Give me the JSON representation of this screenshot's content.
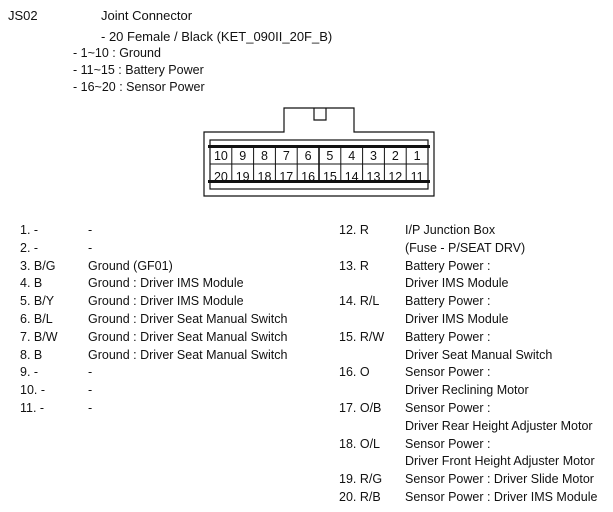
{
  "header": {
    "code": "JS02",
    "title": "Joint Connector",
    "subtitle": "- 20 Female / Black (KET_090II_20F_B)",
    "groups": [
      "- 1~10 : Ground",
      "- 11~15 : Battery Power",
      "- 16~20 : Sensor Power"
    ]
  },
  "connector": {
    "top_row": [
      "10",
      "9",
      "8",
      "7",
      "6",
      "5",
      "4",
      "3",
      "2",
      "1"
    ],
    "bottom_row": [
      "20",
      "19",
      "18",
      "17",
      "16",
      "15",
      "14",
      "13",
      "12",
      "11"
    ]
  },
  "left_pins": [
    {
      "num": "1. -",
      "desc": "-"
    },
    {
      "num": "2. -",
      "desc": "-"
    },
    {
      "num": "3. B/G",
      "desc": "Ground (GF01)"
    },
    {
      "num": "4. B",
      "desc": "Ground : Driver IMS Module"
    },
    {
      "num": "5. B/Y",
      "desc": "Ground : Driver IMS Module"
    },
    {
      "num": "6. B/L",
      "desc": "Ground : Driver Seat Manual Switch"
    },
    {
      "num": "7. B/W",
      "desc": "Ground : Driver Seat Manual Switch"
    },
    {
      "num": "8. B",
      "desc": "Ground : Driver Seat Manual Switch"
    },
    {
      "num": "9. -",
      "desc": "-"
    },
    {
      "num": "10. -",
      "desc": "-"
    },
    {
      "num": "11. -",
      "desc": "-"
    }
  ],
  "right_pins": [
    {
      "num": "12. R",
      "desc": "I/P Junction Box"
    },
    {
      "num": "",
      "desc": "(Fuse - P/SEAT DRV)"
    },
    {
      "num": "13. R",
      "desc": "Battery Power :"
    },
    {
      "num": "",
      "desc": "Driver IMS Module"
    },
    {
      "num": "14. R/L",
      "desc": "Battery Power :"
    },
    {
      "num": "",
      "desc": "Driver IMS Module"
    },
    {
      "num": "15. R/W",
      "desc": "Battery Power :"
    },
    {
      "num": "",
      "desc": "Driver Seat Manual Switch"
    },
    {
      "num": "16. O",
      "desc": "Sensor Power :"
    },
    {
      "num": "",
      "desc": "Driver Reclining Motor"
    },
    {
      "num": "17. O/B",
      "desc": "Sensor Power :"
    },
    {
      "num": "",
      "desc": "Driver Rear Height Adjuster Motor"
    },
    {
      "num": "18. O/L",
      "desc": "Sensor Power :"
    },
    {
      "num": "",
      "desc": "Driver Front Height Adjuster Motor"
    },
    {
      "num": "19. R/G",
      "desc": "Sensor Power : Driver Slide Motor"
    },
    {
      "num": "20. R/B",
      "desc": "Sensor Power : Driver IMS Module"
    }
  ]
}
